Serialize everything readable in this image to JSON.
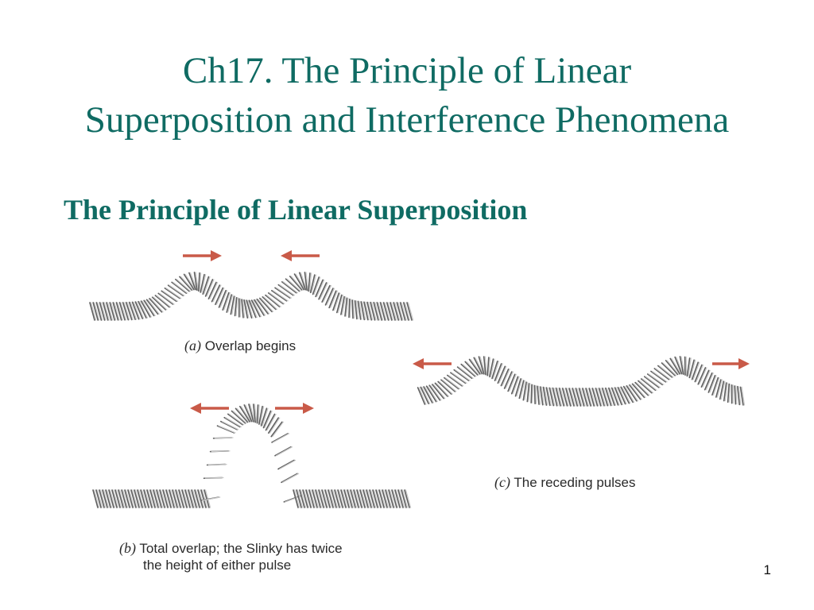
{
  "slide": {
    "title_line1": "Ch17.  The Principle of Linear",
    "title_line2": "Superposition and Interference Phenomena",
    "subtitle": "The Principle of Linear Superposition",
    "page_number": "1"
  },
  "figures": [
    {
      "id": "a",
      "tag": "(a)",
      "caption": "Overlap begins"
    },
    {
      "id": "b",
      "tag": "(b)",
      "caption_line1": "Total overlap; the Slinky has twice",
      "caption_line2": "the height of either pulse"
    },
    {
      "id": "c",
      "tag": "(c)",
      "caption": "The receding pulses"
    }
  ],
  "colors": {
    "title": "#0f6b63",
    "arrow": "#c95a48",
    "coil_dark": "#5e5e5e",
    "coil_light": "#c8c8c8"
  }
}
